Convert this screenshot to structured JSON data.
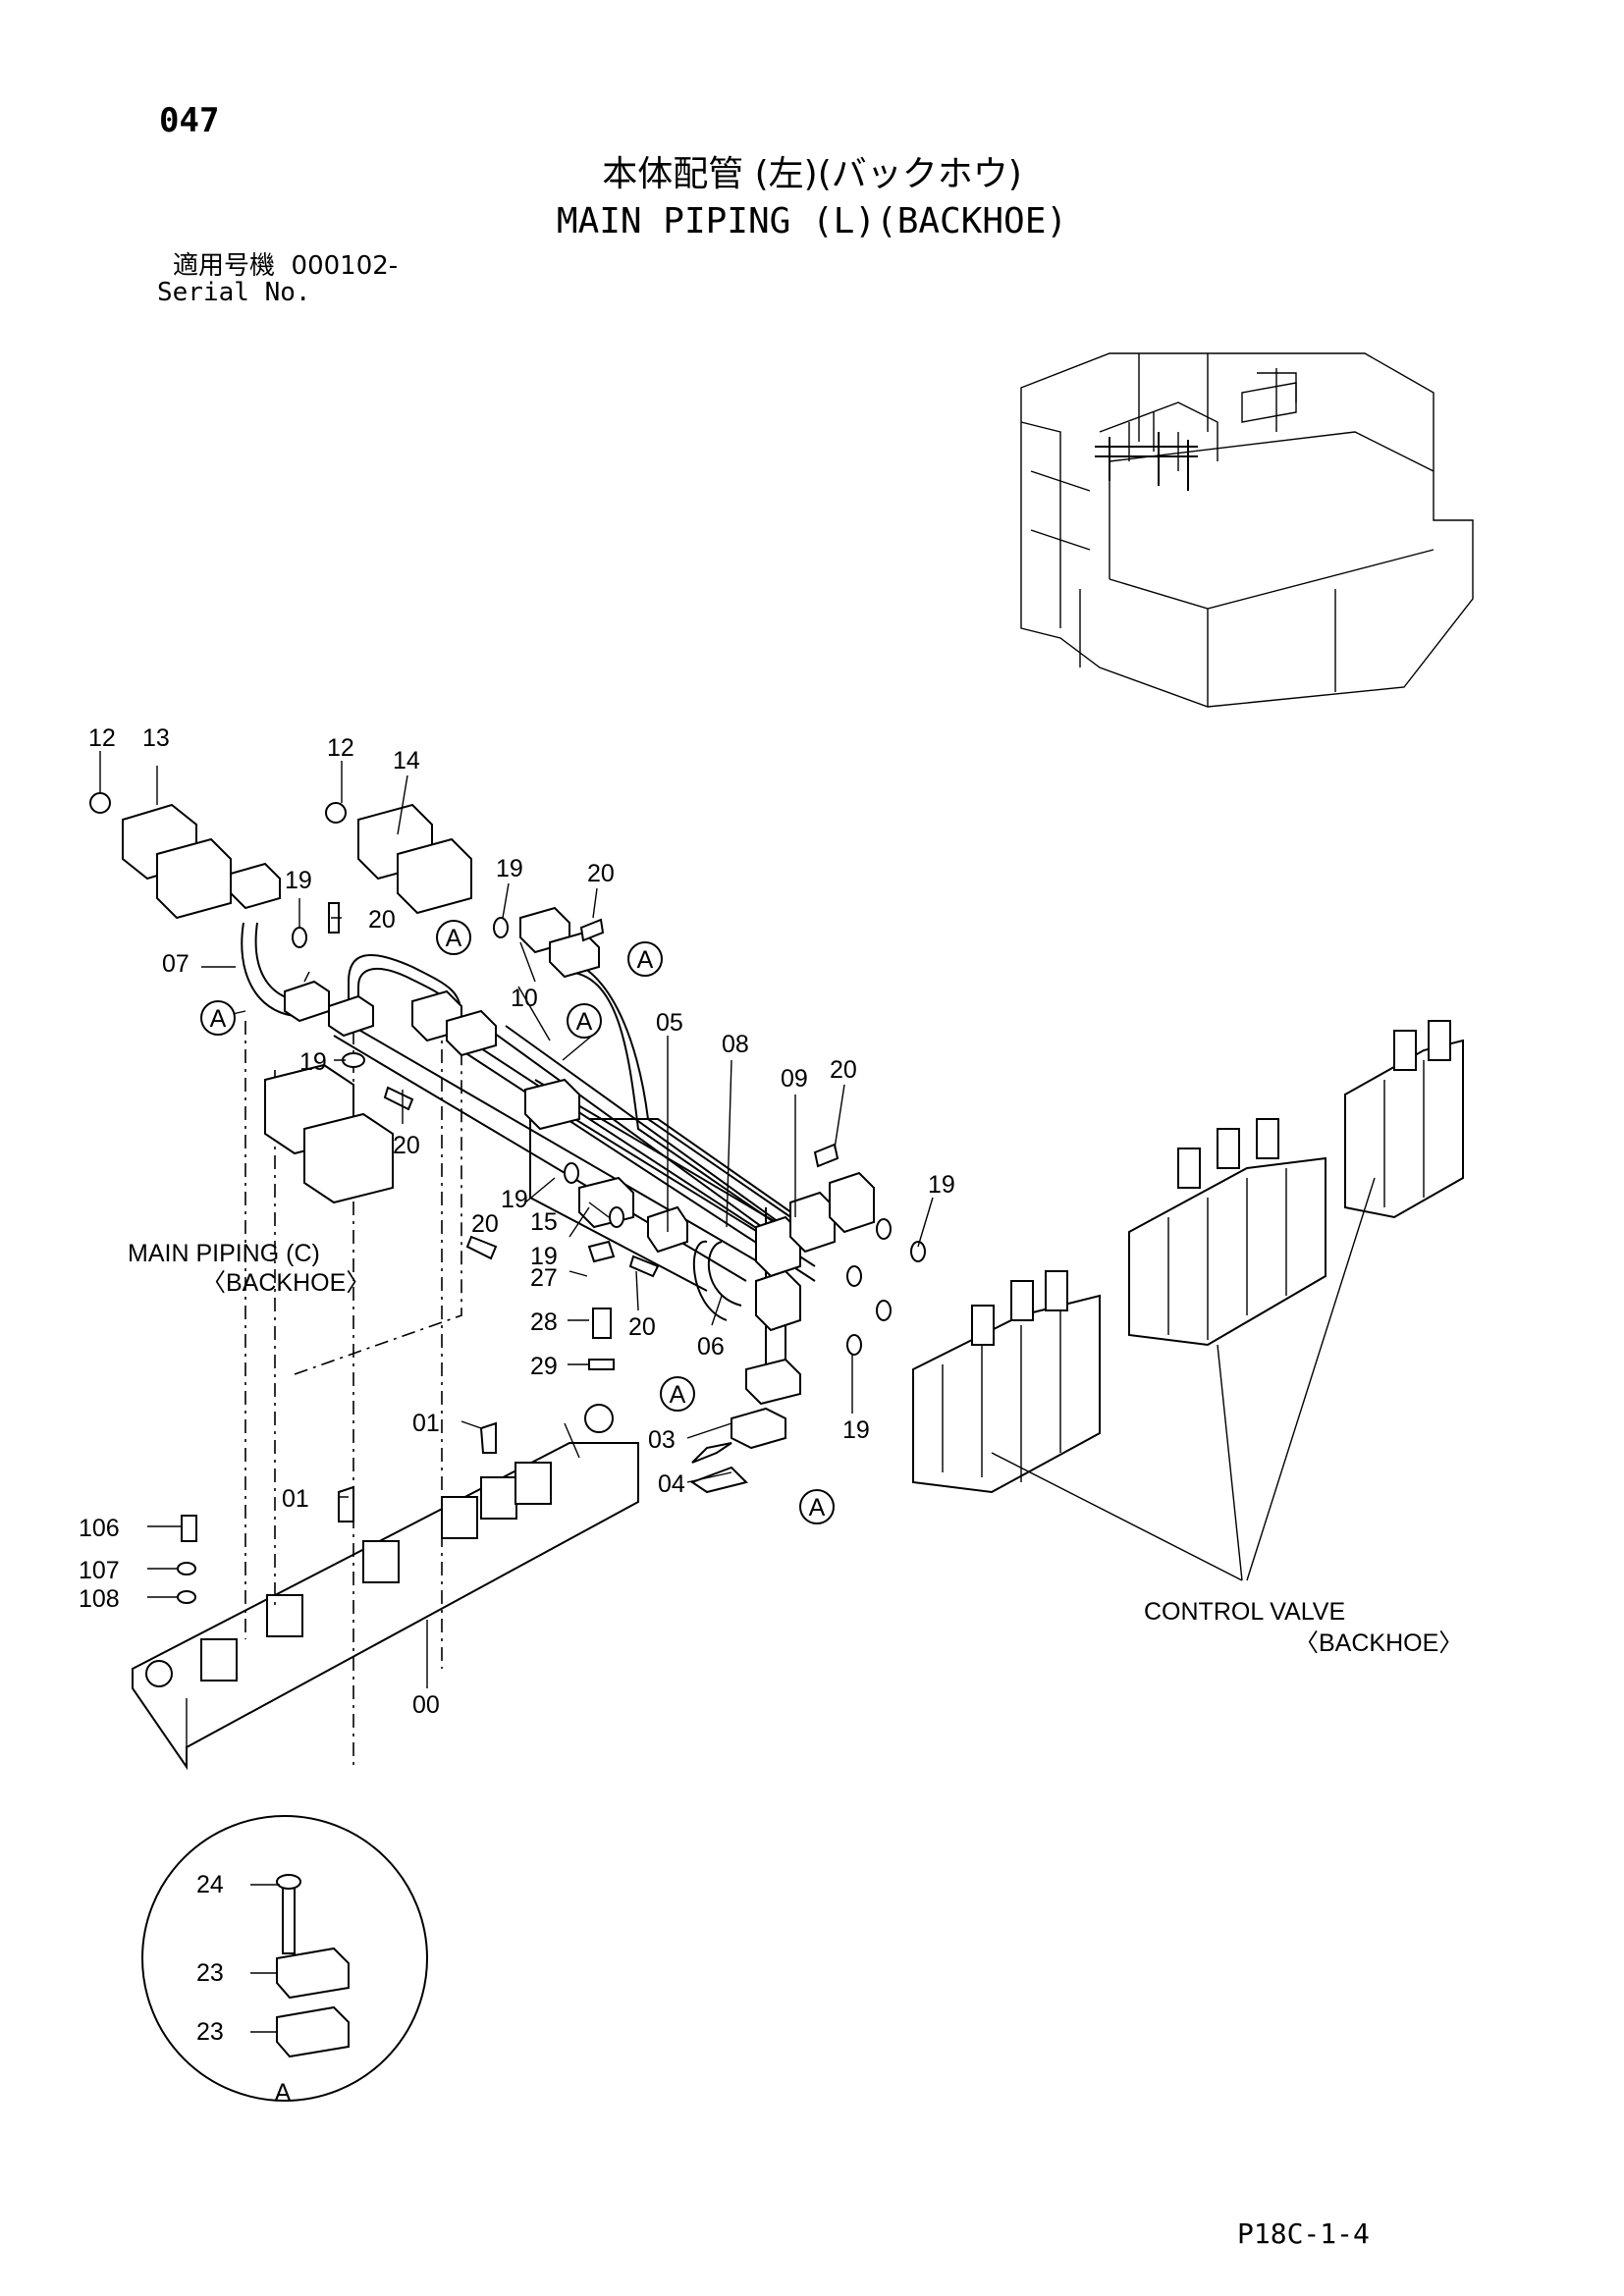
{
  "header": {
    "page_number": "047",
    "title_jp": "本体配管 (左)(バックホウ)",
    "title_en": "MAIN PIPING (L)(BACKHOE)",
    "serial_label_jp": "適用号機",
    "serial_value": "000102-",
    "serial_label_en": "Serial No."
  },
  "callouts": {
    "c12a": "12",
    "c13": "13",
    "c12b": "12",
    "c14": "14",
    "c19a": "19",
    "c20a": "20",
    "c19b": "19",
    "c20b": "20",
    "c07": "07",
    "c10": "10",
    "c05": "05",
    "c08": "08",
    "c09": "09",
    "c20c": "20",
    "c19c": "19",
    "c20d": "20",
    "c19d": "19",
    "c20e": "20",
    "c15": "15",
    "c19e": "19",
    "c27": "27",
    "c28": "28",
    "c29": "29",
    "c20f": "20",
    "c06": "06",
    "c19f": "19",
    "c19g": "19",
    "c03": "03",
    "c04": "04",
    "c01a": "01",
    "c01b": "01",
    "c106": "106",
    "c107": "107",
    "c108": "108",
    "c00": "00",
    "c24": "24",
    "c23a": "23",
    "c23b": "23"
  },
  "markers": {
    "section_mark": "A",
    "detail_label": "A"
  },
  "labels": {
    "main_piping_c_1": "MAIN PIPING (C)",
    "main_piping_c_2": "〈BACKHOE〉",
    "control_valve_1": "CONTROL VALVE",
    "control_valve_2": "〈BACKHOE〉"
  },
  "footer": {
    "code": "P18C-1-4"
  }
}
